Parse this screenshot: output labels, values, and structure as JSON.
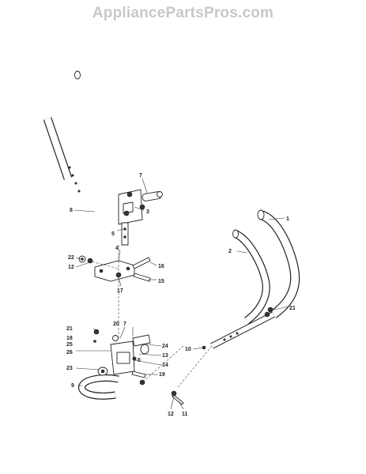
{
  "watermark": "AppliancePartsPros.com",
  "part_labels": [
    "1",
    "2",
    "3",
    "4",
    "5",
    "6",
    "7",
    "7",
    "8",
    "9",
    "10",
    "11",
    "12",
    "12",
    "13",
    "14",
    "15",
    "16",
    "17",
    "18",
    "19",
    "20",
    "21",
    "21",
    "22",
    "23",
    "24",
    "25",
    "26"
  ]
}
